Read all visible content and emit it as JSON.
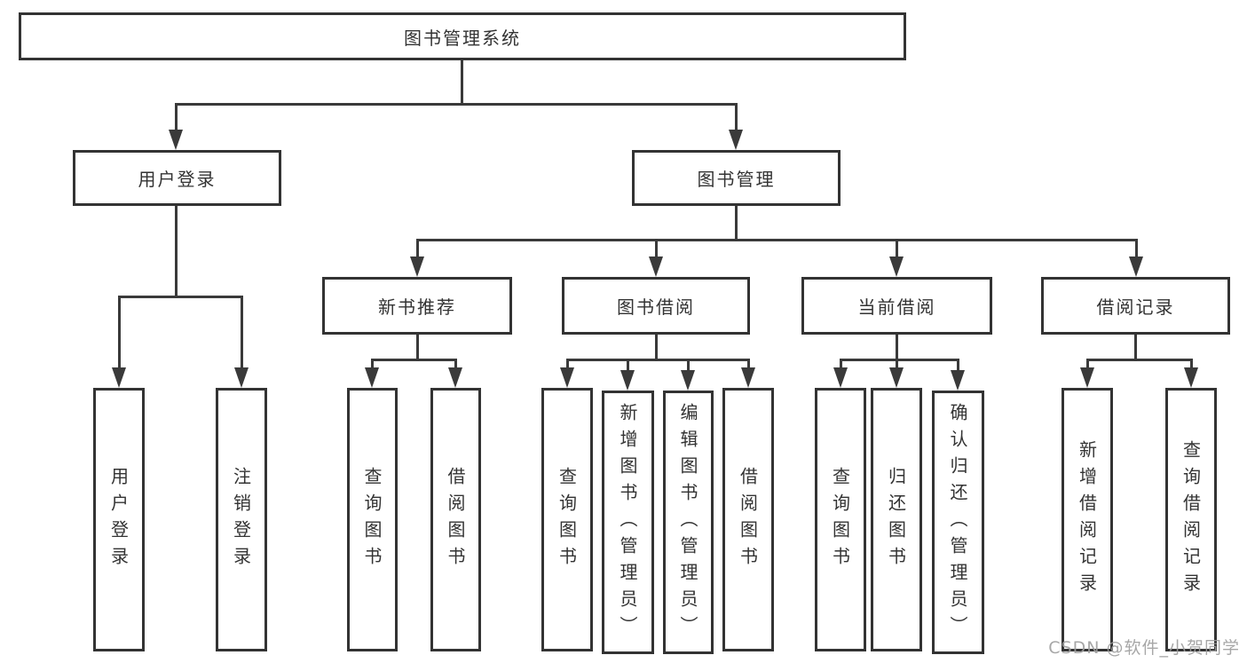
{
  "diagram": {
    "type": "tree",
    "title": "图书管理系统",
    "nodes": {
      "root": "图书管理系统",
      "user_login": "用户登录",
      "book_mgmt": "图书管理",
      "new_rec": "新书推荐",
      "borrow": "图书借阅",
      "current": "当前借阅",
      "records": "借阅记录",
      "leaf_login": "用户登录",
      "leaf_logout": "注销登录",
      "leaf_query_book_a": "查询图书",
      "leaf_borrow_book_a": "借阅图书",
      "leaf_query_book_b": "查询图书",
      "leaf_add_book": "新增图书（管理员）",
      "leaf_edit_book": "编辑图书（管理员）",
      "leaf_borrow_book_b": "借阅图书",
      "leaf_query_book_c": "查询图书",
      "leaf_return_book": "归还图书",
      "leaf_confirm_return": "确认归还（管理员）",
      "leaf_add_record": "新增借阅记录",
      "leaf_query_record": "查询借阅记录"
    },
    "hierarchy": {
      "图书管理系统": {
        "用户登录": [
          "用户登录",
          "注销登录"
        ],
        "图书管理": {
          "新书推荐": [
            "查询图书",
            "借阅图书"
          ],
          "图书借阅": [
            "查询图书",
            "新增图书（管理员）",
            "编辑图书（管理员）",
            "借阅图书"
          ],
          "当前借阅": [
            "查询图书",
            "归还图书",
            "确认归还（管理员）"
          ],
          "借阅记录": [
            "新增借阅记录",
            "查询借阅记录"
          ]
        }
      }
    },
    "colors": {
      "line": "#3a3a3a",
      "border": "#333333",
      "text": "#333333",
      "watermark": "#9e9e9e",
      "background": "#ffffff"
    }
  },
  "watermark": {
    "text": "CSDN @软件_小贺同学"
  }
}
